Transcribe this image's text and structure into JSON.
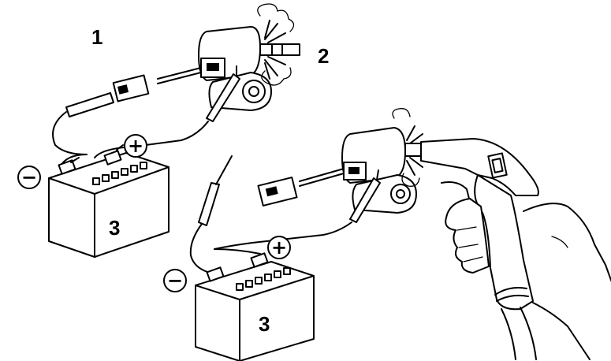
{
  "labels": {
    "step_one": "1",
    "injector": "2",
    "battery_top": "3",
    "battery_bottom": "3"
  },
  "polarity": {
    "plus": "+",
    "minus": "−"
  }
}
